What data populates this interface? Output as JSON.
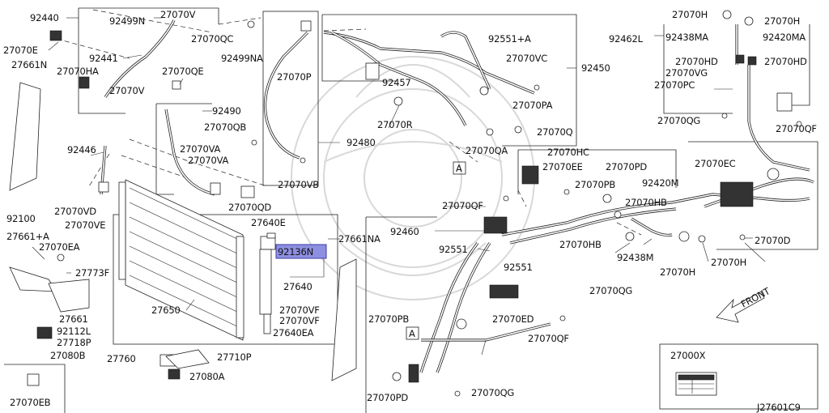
{
  "diagram_code": "J27601C9",
  "front_label": "FRONT",
  "highlight_color": "#8d8fe0",
  "labels": [
    "92440",
    "92499N",
    "27070V",
    "27070E",
    "92441",
    "27070HA",
    "27070V",
    "27661N",
    "27070QC",
    "92499NA",
    "27070P",
    "27070QE",
    "92490",
    "27070QB",
    "27070VA",
    "27070VA",
    "92446",
    "27070VD",
    "27070VE",
    "92100",
    "27661+A",
    "27070EA",
    "27773F",
    "27650",
    "27661",
    "92112L",
    "27718P",
    "27080B",
    "27760",
    "27710P",
    "27080A",
    "27070EB",
    "27070QD",
    "27640E",
    "92136N",
    "27640",
    "27070VF",
    "27070VF",
    "27640EA",
    "27661NA",
    "27070VB",
    "92480",
    "92457",
    "27070R",
    "92551+A",
    "27070VC",
    "92450",
    "27070PA",
    "27070Q",
    "27070QA",
    "27070HC",
    "27070EE",
    "27070PD",
    "27070PB",
    "92420M",
    "27070HB",
    "27070HB",
    "92438M",
    "27070QG",
    "27070H",
    "27070QF",
    "92460",
    "92551",
    "92551",
    "27070PB",
    "27070ED",
    "27070QF",
    "27070PD",
    "27070QG",
    "27070H",
    "27070H",
    "92462L",
    "92438MA",
    "92420MA",
    "27070HD",
    "27070HD",
    "27070VG",
    "27070PC",
    "27070QG",
    "27070QF",
    "27070EC",
    "27070D",
    "27070H",
    "27000X"
  ],
  "callouts": [
    "A",
    "A"
  ]
}
